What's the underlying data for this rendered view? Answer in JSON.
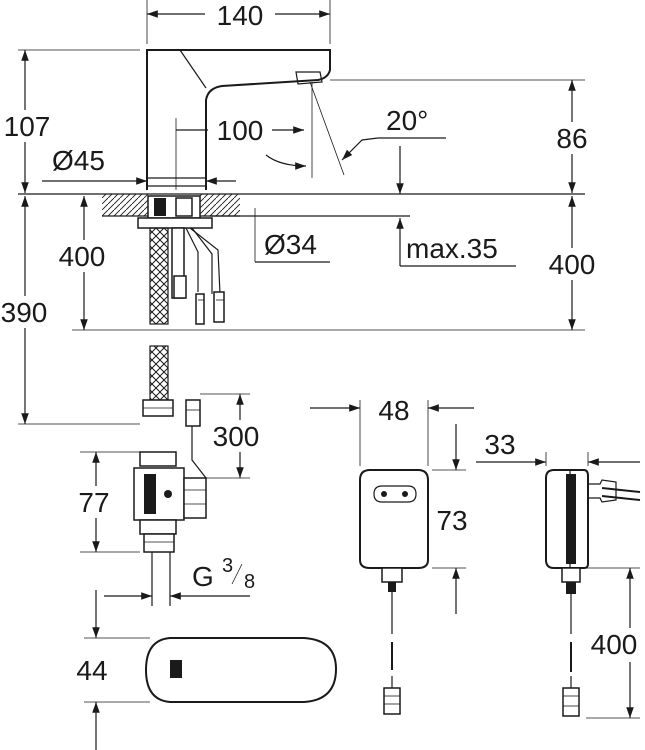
{
  "dimensions": {
    "spout_width": "140",
    "overall_height": "107",
    "reach": "100",
    "angle": "20°",
    "height_86": "86",
    "base_diameter": "Ø45",
    "hole_diameter": "Ø34",
    "max_thickness": "max.35",
    "hose_400_left": "400",
    "hose_400_right": "400",
    "total_390": "390",
    "cable_300": "300",
    "valve_77": "77",
    "thread_g": "G",
    "thread_fraction_num": "3",
    "thread_fraction_den": "8",
    "adapter_width_48": "48",
    "adapter_height_73": "73",
    "adapter_depth_33": "33",
    "adapter_cable_400": "400",
    "top_depth_44": "44"
  }
}
